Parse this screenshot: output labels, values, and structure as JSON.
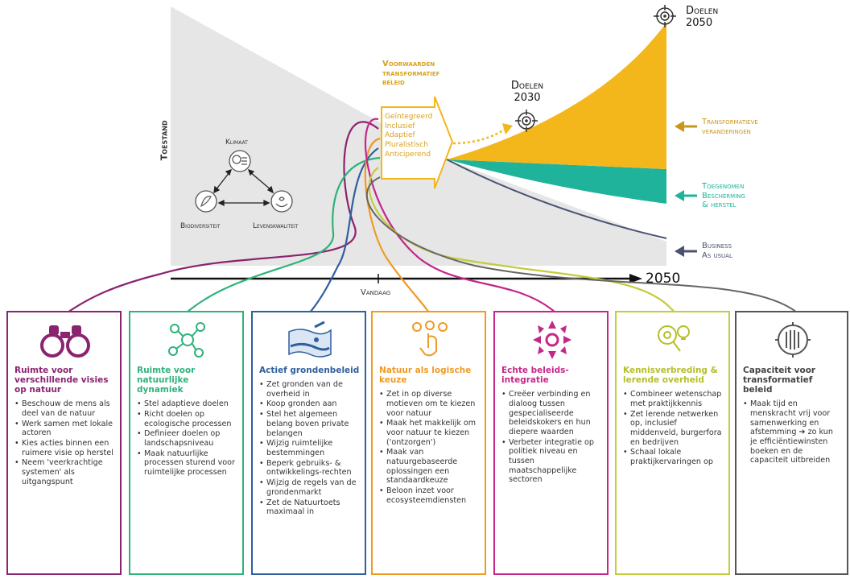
{
  "axis": {
    "y_label": "Toestand",
    "x_today": "Vandaag",
    "x_end": "2050"
  },
  "triangle": {
    "klimaat": "Klimaat",
    "biodiversiteit": "Biodiversiteit",
    "levenskwaliteit": "Levenskwaliteit"
  },
  "voorwaarden": {
    "title_lines": [
      "Voorwaarden",
      "transformatief",
      "beleid"
    ],
    "items": [
      "Geïntegreerd",
      "Inclusief",
      "Adaptief",
      "Pluralistisch",
      "Anticiperend"
    ]
  },
  "targets": {
    "d2030": [
      "Doelen",
      "2030"
    ],
    "d2050": [
      "Doelen",
      "2050"
    ]
  },
  "legend": {
    "transformatief": [
      "Transformatieve",
      "veranderingen"
    ],
    "bescherming": [
      "Toegenomen",
      "Bescherming",
      "& herstel"
    ],
    "business": [
      "Business",
      "As usual"
    ]
  },
  "colors": {
    "gold": "#f3b71c",
    "teal": "#1fb39b",
    "navy": "#4a5270",
    "grey_area": "#e6e6e6",
    "purple": "#8a2470",
    "green": "#2fb27a",
    "blue": "#2f5f9e",
    "orange": "#f09a24",
    "magenta": "#c4278a",
    "lime": "#c3cc3a",
    "dark": "#555555"
  },
  "panels": [
    {
      "icon": "binoculars-icon",
      "title": "Ruimte voor verschillende visies op natuur",
      "items": [
        "Beschouw de mens als deel van de natuur",
        "Werk samen met lokale actoren",
        "Kies acties binnen een ruimere visie op herstel",
        "Neem 'veerkrachtige systemen' als uitgangspunt"
      ]
    },
    {
      "icon": "plant-network-icon",
      "title": "Ruimte voor natuurlijke dynamiek",
      "items": [
        "Stel adaptieve doelen",
        "Richt doelen op ecologische processen",
        "Definieer doelen op landschapsniveau",
        "Maak natuurlijke processen sturend voor ruimtelijke processen"
      ]
    },
    {
      "icon": "map-pen-icon",
      "title": "Actief grondenbeleid",
      "items": [
        "Zet gronden van de overheid in",
        "Koop gronden aan",
        "Stel het algemeen belang boven private belangen",
        "Wijzig ruimtelijke bestemmingen",
        "Beperk gebruiks- & ontwikkelings-rechten",
        "Wijzig de regels van de grondenmarkt",
        "Zet de Natuurtoets maximaal in"
      ]
    },
    {
      "icon": "hand-choice-icon",
      "title": "Natuur als logische keuze",
      "items": [
        "Zet in op diverse motieven om te kiezen voor natuur",
        "Maak het makkelijk om voor natuur te kiezen ('ontzorgen')",
        "Maak van natuurgebaseerde oplossingen een standaardkeuze",
        "Beloon inzet voor ecosysteemdiensten"
      ]
    },
    {
      "icon": "arrows-integration-icon",
      "title": "Echte beleids-integratie",
      "items": [
        "Creëer verbinding en dialoog tussen gespecialiseerde beleidskokers en hun diepere waarden",
        "Verbeter integratie op politiek niveau en tussen maatschappelijke sectoren"
      ]
    },
    {
      "icon": "lightbulb-search-icon",
      "title": "Kennisverbreding & lerende overheid",
      "items": [
        "Combineer wetenschap met praktijkkennis",
        "Zet lerende netwerken op, inclusief middenveld, burgerfora en bedrijven",
        "Schaal lokale praktijkervaringen op"
      ]
    },
    {
      "icon": "capacity-icon",
      "title": "Capaciteit voor transformatief beleid",
      "items": [
        "Maak tijd en menskracht vrij voor samenwerking en afstemming ➔ zo kun je efficiëntiewinsten boeken en de capaciteit uitbreiden"
      ]
    }
  ]
}
